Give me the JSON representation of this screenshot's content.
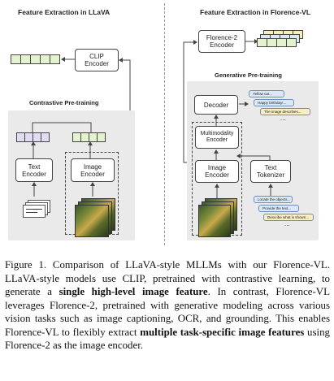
{
  "left_panel": {
    "title": "Feature Extraction in LLaVA",
    "clip_encoder": "CLIP\nEncoder",
    "contrastive_title": "Contrastive Pre-training",
    "text_encoder": "Text\nEncoder",
    "image_encoder": "Image\nEncoder"
  },
  "right_panel": {
    "title": "Feature Extraction in Florence-VL",
    "florence_encoder": "Florence-2\nEncoder",
    "generative_title": "Generative Pre-training",
    "decoder": "Decoder",
    "multimodality_encoder": "Multimodality\nEncoder",
    "image_encoder": "Image\nEncoder",
    "text_tokenizer": "Text\nTokenizer",
    "outputs": [
      "Yellow car...",
      "Happy birthday!...",
      "The image describes..."
    ],
    "prompts": [
      "Locate the objects...",
      "Provide the text...",
      "Describe what is shown..."
    ]
  },
  "caption": {
    "part1": "Figure 1. Comparison of LLaVA-style MLLMs with our Florence-VL. LLaVA-style models use CLIP, pretrained with contrastive learning, to generate a ",
    "bold1": "single high-level image feature",
    "part2": ". In contrast, Florence-VL leverages Florence-2, pretrained with generative modeling across various vision tasks such as image captioning, OCR, and grounding. This enables Florence-VL to flexibly extract ",
    "bold2": "multiple task-specific image features",
    "part3": " using Florence-2 as the image encoder."
  },
  "colors": {
    "green_token": "#e3f3d0",
    "purple_token": "#e2dcf2",
    "yellow_token": "#f7efb8",
    "pill_blue": "#dce8f7",
    "pill_yellow": "#f9eec0"
  }
}
